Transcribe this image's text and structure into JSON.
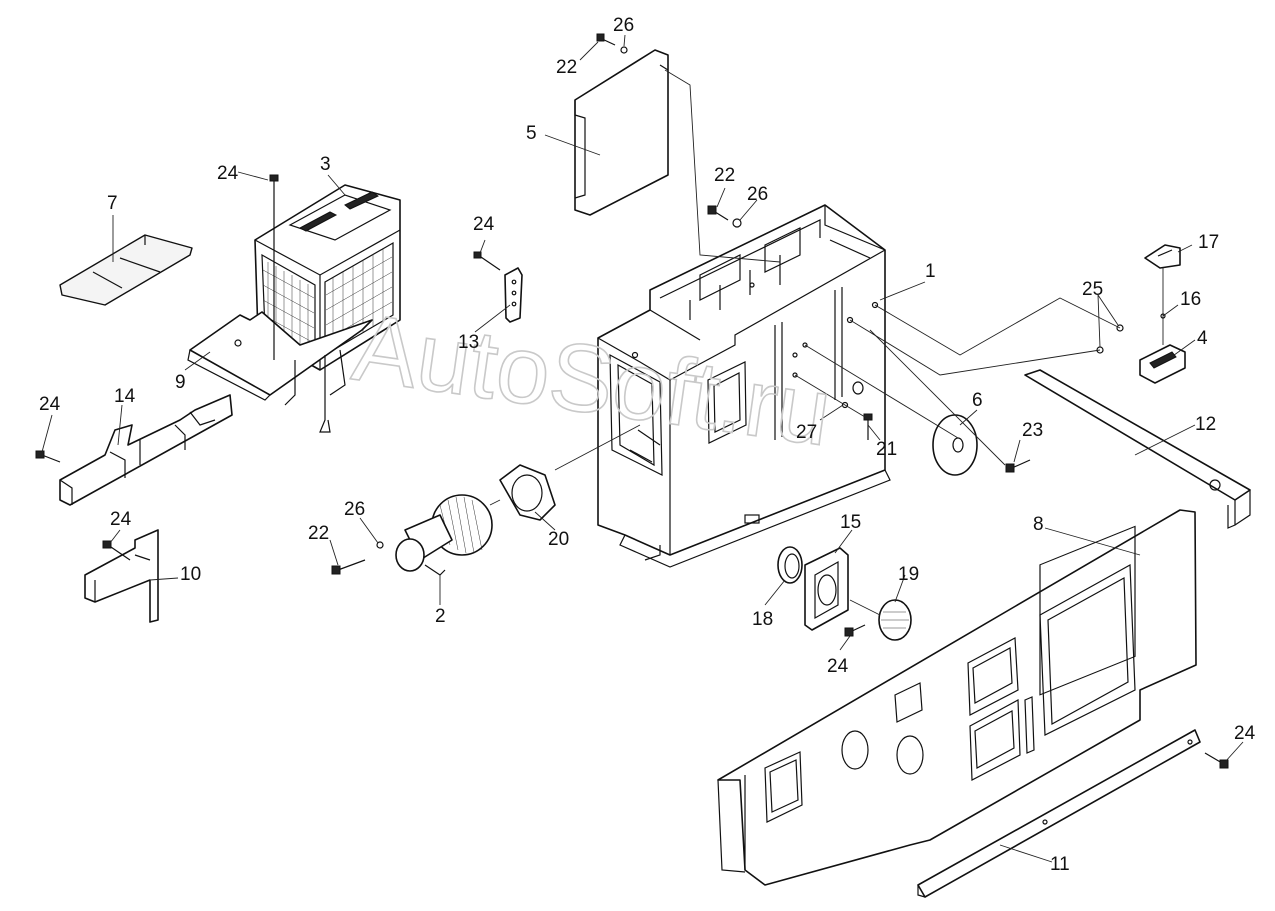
{
  "watermark": "AutoSoft.ru",
  "colors": {
    "ink": "#111111",
    "paper": "#ffffff",
    "watermark": "#c9c9c9"
  },
  "labels": [
    {
      "id": "c1",
      "text": "1"
    },
    {
      "id": "c2",
      "text": "2"
    },
    {
      "id": "c3",
      "text": "3"
    },
    {
      "id": "c4",
      "text": "4"
    },
    {
      "id": "c5",
      "text": "5"
    },
    {
      "id": "c6",
      "text": "6"
    },
    {
      "id": "c7",
      "text": "7"
    },
    {
      "id": "c8",
      "text": "8"
    },
    {
      "id": "c9",
      "text": "9"
    },
    {
      "id": "c10",
      "text": "10"
    },
    {
      "id": "c11",
      "text": "11"
    },
    {
      "id": "c12",
      "text": "12"
    },
    {
      "id": "c13",
      "text": "13"
    },
    {
      "id": "c14",
      "text": "14"
    },
    {
      "id": "c15",
      "text": "15"
    },
    {
      "id": "c16",
      "text": "16"
    },
    {
      "id": "c17",
      "text": "17"
    },
    {
      "id": "c18",
      "text": "18"
    },
    {
      "id": "c19",
      "text": "19"
    },
    {
      "id": "c20",
      "text": "20"
    },
    {
      "id": "c21",
      "text": "21"
    },
    {
      "id": "c22a",
      "text": "22"
    },
    {
      "id": "c22b",
      "text": "22"
    },
    {
      "id": "c22c",
      "text": "22"
    },
    {
      "id": "c23",
      "text": "23"
    },
    {
      "id": "c24a",
      "text": "24"
    },
    {
      "id": "c24b",
      "text": "24"
    },
    {
      "id": "c24c",
      "text": "24"
    },
    {
      "id": "c24d",
      "text": "24"
    },
    {
      "id": "c24e",
      "text": "24"
    },
    {
      "id": "c24f",
      "text": "24"
    },
    {
      "id": "c25",
      "text": "25"
    },
    {
      "id": "c26a",
      "text": "26"
    },
    {
      "id": "c26b",
      "text": "26"
    },
    {
      "id": "c26c",
      "text": "26"
    },
    {
      "id": "c27",
      "text": "27"
    }
  ]
}
